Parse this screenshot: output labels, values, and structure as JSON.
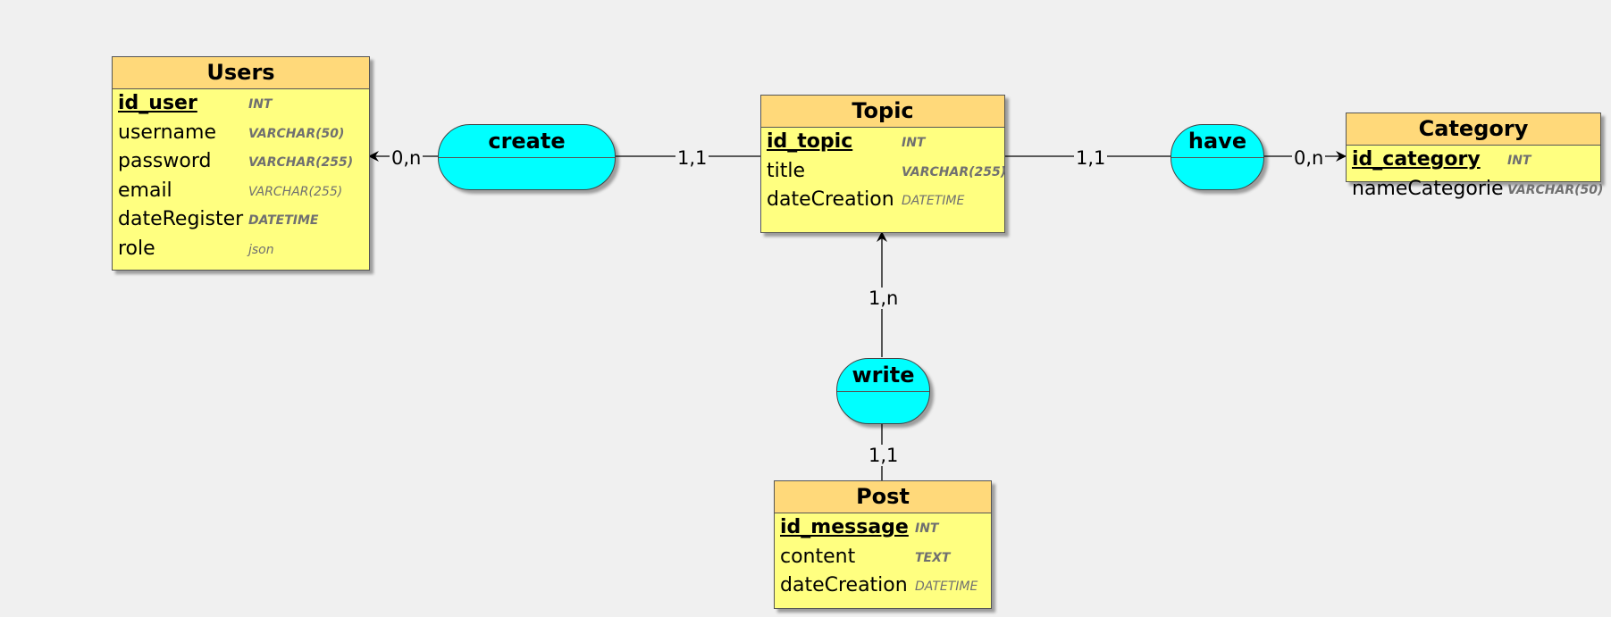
{
  "entities": {
    "users": {
      "title": "Users",
      "attributes": [
        {
          "name": "id_user",
          "type": "INT"
        },
        {
          "name": "username",
          "type": "VARCHAR(50)"
        },
        {
          "name": "password",
          "type": "VARCHAR(255)"
        },
        {
          "name": "email",
          "type": "VARCHAR(255)"
        },
        {
          "name": "dateRegister",
          "type": "DATETIME"
        },
        {
          "name": "role",
          "type": "json"
        }
      ]
    },
    "topic": {
      "title": "Topic",
      "attributes": [
        {
          "name": "id_topic",
          "type": "INT"
        },
        {
          "name": "title",
          "type": "VARCHAR(255)"
        },
        {
          "name": "dateCreation",
          "type": "DATETIME"
        }
      ]
    },
    "category": {
      "title": "Category",
      "attributes": [
        {
          "name": "id_category",
          "type": "INT"
        },
        {
          "name": "nameCategorie",
          "type": "VARCHAR(50)"
        }
      ]
    },
    "post": {
      "title": "Post",
      "attributes": [
        {
          "name": "id_message",
          "type": "INT"
        },
        {
          "name": "content",
          "type": "TEXT"
        },
        {
          "name": "dateCreation",
          "type": "DATETIME"
        }
      ]
    }
  },
  "associations": {
    "create": "create",
    "have": "have",
    "write": "write"
  },
  "cardinalities": {
    "create_users": "0,n",
    "create_topic": "1,1",
    "have_topic": "1,1",
    "have_category": "0,n",
    "write_topic": "1,n",
    "write_post": "1,1"
  },
  "colors": {
    "entity_header": "#ffd97a",
    "entity_body": "#ffff80",
    "association": "#00ffff",
    "background": "#f0f0f0"
  }
}
